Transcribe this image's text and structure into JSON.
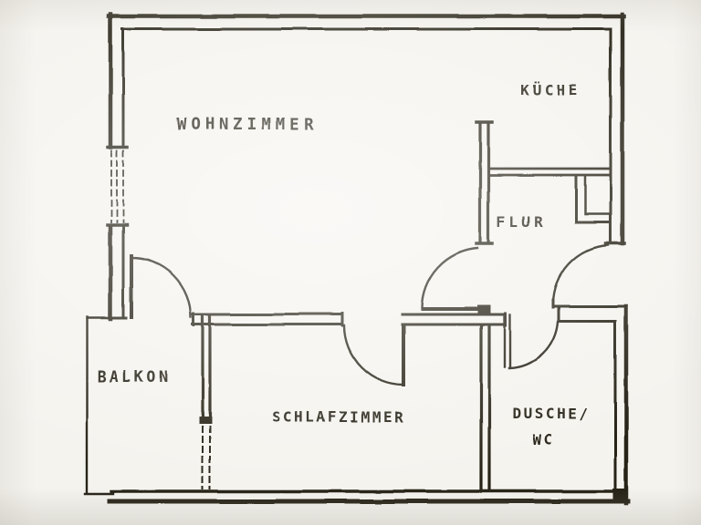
{
  "colors": {
    "paper": "#f5f3ee",
    "ink": "#262019"
  },
  "rooms": {
    "wohnzimmer": {
      "label": "WOHNZIMMER"
    },
    "kueche": {
      "label": "KÜCHE"
    },
    "flur": {
      "label": "FLUR"
    },
    "balkon": {
      "label": "BALKON"
    },
    "schlafzimmer": {
      "label": "SCHLAFZIMMER"
    },
    "dusche_wc": {
      "label_line1": "DUSCHE/",
      "label_line2": "WC"
    }
  },
  "features": {
    "doors": [
      "balcony-door",
      "bedroom-door",
      "living-room-door",
      "entrance-door",
      "shower-wc-door"
    ],
    "windows": [
      "living-room-window-left-wall",
      "bedroom-balcony-window"
    ],
    "other": [
      "kitchen-corner-duct"
    ]
  }
}
